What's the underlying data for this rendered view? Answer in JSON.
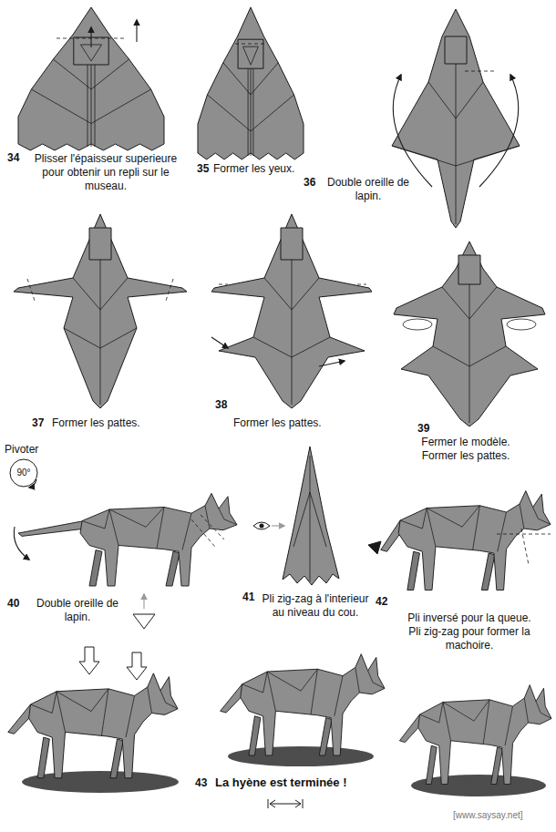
{
  "diagram": {
    "labels": [
      "34",
      "Plisser l'épaisseur superieure pour obtenir un repli sur le museau.",
      "35",
      "Former les yeux.",
      "36",
      "Double oreille de lapin.",
      "37",
      "Former les pattes.",
      "38",
      "Former les pattes.",
      "39",
      "Fermer le modèle. Former les pattes.",
      "Pivoter",
      "90°",
      "40",
      "Double oreille de lapin.",
      "41",
      "Pli zig-zag à l'interieur au niveau du cou.",
      "42",
      "Pli inversé pour la queue. Pli zig-zag pour former la machoire.",
      "43",
      "La hyène est terminée !",
      "[www.saysay.net]"
    ]
  }
}
